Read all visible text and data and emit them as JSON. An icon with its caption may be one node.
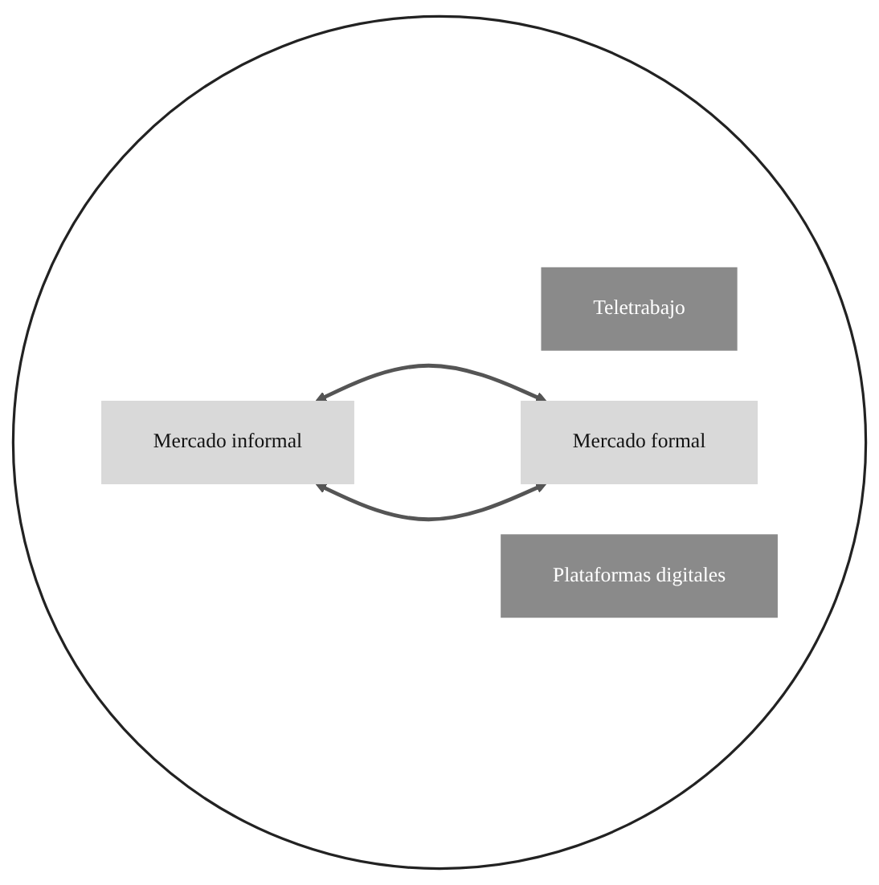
{
  "diagram": {
    "nodes": [
      {
        "text": [],
        "shape": "circle"
      },
      {
        "text": [
          "Teletrabajo"
        ],
        "in": 0
      },
      {
        "text": [
          "Mercado informal"
        ],
        "in": 0
      },
      {
        "text": [
          "Mercado formal"
        ],
        "in": 0
      },
      {
        "text": [
          "Plataformas digitales"
        ],
        "in": 0
      }
    ],
    "edges": [
      {
        "from": 2,
        "to": 3,
        "arrow": "both"
      },
      {
        "from": 2,
        "to": 3,
        "arrow": "both"
      }
    ]
  }
}
